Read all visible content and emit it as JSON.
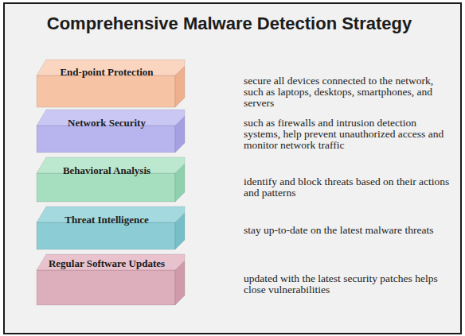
{
  "diagram": {
    "title": "Comprehensive Malware Detection Strategy",
    "nodes": [
      {
        "text": [
          "End-point Protection",
          "secure all devices connected to the network, such as laptops, desktops, smartphones, and servers"
        ]
      },
      {
        "text": [
          "Network Security",
          "such as firewalls and intrusion detection systems, help prevent unauthorized access and monitor network traffic"
        ]
      },
      {
        "text": [
          "Behavioral Analysis",
          "identify and block threats based on their actions and patterns"
        ]
      },
      {
        "text": [
          "Threat Intelligence",
          "stay up-to-date on the latest malware threats"
        ]
      },
      {
        "text": [
          "Regular Software Updates",
          "updated with the latest security patches helps close vulnerabilities"
        ]
      }
    ]
  }
}
